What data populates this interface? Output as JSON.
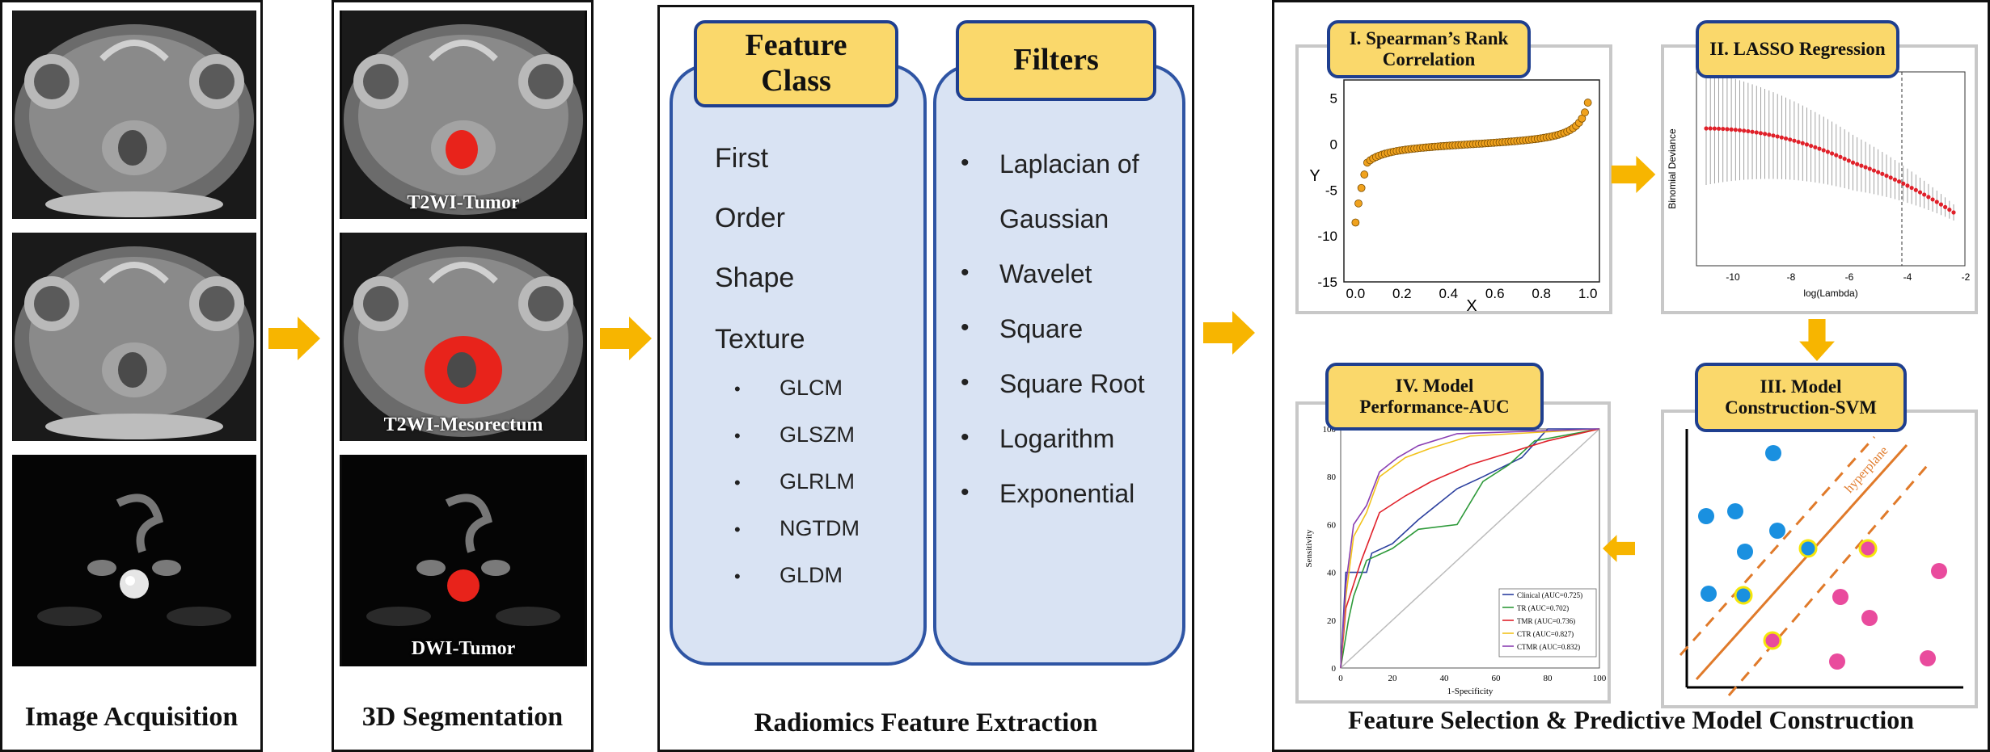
{
  "panel1": {
    "caption": "Image Acquisition"
  },
  "panel2": {
    "caption": "3D Segmentation",
    "labels": [
      "T2WI-Tumor",
      "T2WI-Mesorectum",
      "DWI-Tumor"
    ]
  },
  "panel3": {
    "caption": "Radiomics Feature Extraction",
    "feature_class_title": "Feature Class",
    "feature_class_items": [
      "First",
      "Order",
      "Shape",
      "Texture"
    ],
    "texture_items": [
      "GLCM",
      "GLSZM",
      "GLRLM",
      "NGTDM",
      "GLDM"
    ],
    "filters_title": "Filters",
    "filters_items": [
      "Laplacian of",
      "Gaussian",
      "Wavelet",
      "Square",
      "Square Root",
      "Logarithm",
      "Exponential"
    ]
  },
  "panel4": {
    "caption": "Feature Selection & Predictive Model Construction",
    "steps": {
      "s1": "I. Spearman’s Rank Correlation",
      "s2": "II. LASSO Regression",
      "s3": "III. Model Construction-SVM",
      "s4": "IV. Model Performance-AUC"
    },
    "spearman": {
      "xlabel": "X",
      "ylabel": "Y",
      "xticks": [
        "0.0",
        "0.2",
        "0.4",
        "0.6",
        "0.8",
        "1.0"
      ],
      "yticks": [
        "5",
        "0",
        "-5",
        "-10",
        "-15"
      ]
    },
    "lasso": {
      "xlabel": "log(Lambda)",
      "ylabel": "Binomial Deviance",
      "xticks": [
        "-10",
        "-8",
        "-6",
        "-4",
        "-2"
      ]
    },
    "svm": {
      "hyperplane_label": "hyperplane"
    },
    "roc": {
      "xlabel": "1-Specificity",
      "ylabel": "Sensitivity",
      "ticks": [
        "0",
        "20",
        "40",
        "60",
        "80",
        "100"
      ],
      "legend": [
        {
          "label": "Clinical (AUC=0.725)",
          "color": "#2b3f9e"
        },
        {
          "label": "TR (AUC=0.702)",
          "color": "#2e9a3a"
        },
        {
          "label": "TMR (AUC=0.736)",
          "color": "#e0212a"
        },
        {
          "label": "CTR (AUC=0.827)",
          "color": "#f2c21b"
        },
        {
          "label": "CTMR (AUC=0.832)",
          "color": "#8a3fb3"
        }
      ]
    }
  },
  "colors": {
    "arrow": "#f7b500",
    "tag_fill": "#fad86b",
    "tag_border": "#1f3f8f",
    "box_fill": "#d9e3f3",
    "box_border": "#2f55a4",
    "mask_red": "#e8231b",
    "svm_blue": "#1a90e0",
    "svm_pink": "#e94b9d"
  }
}
